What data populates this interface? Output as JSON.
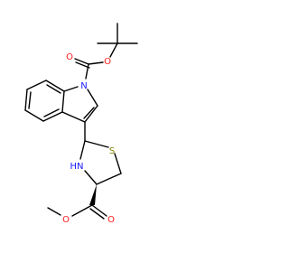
{
  "molecule": {
    "atom_labels": {
      "indole_n": "N",
      "carbamate_carbonyl_o": "O",
      "carbamate_ester_o": "O",
      "thiazolidine_s": "S",
      "thiazolidine_nh": "HN",
      "ester_carbonyl_o": "O",
      "ester_alkoxy_o": "O"
    },
    "colors": {
      "bond": "#000000",
      "nitrogen": "#1a1aff",
      "oxygen": "#ff1a1a",
      "sulfur": "#808000"
    },
    "stereo": {
      "ring_carbon_to_ester": "wedge"
    }
  }
}
